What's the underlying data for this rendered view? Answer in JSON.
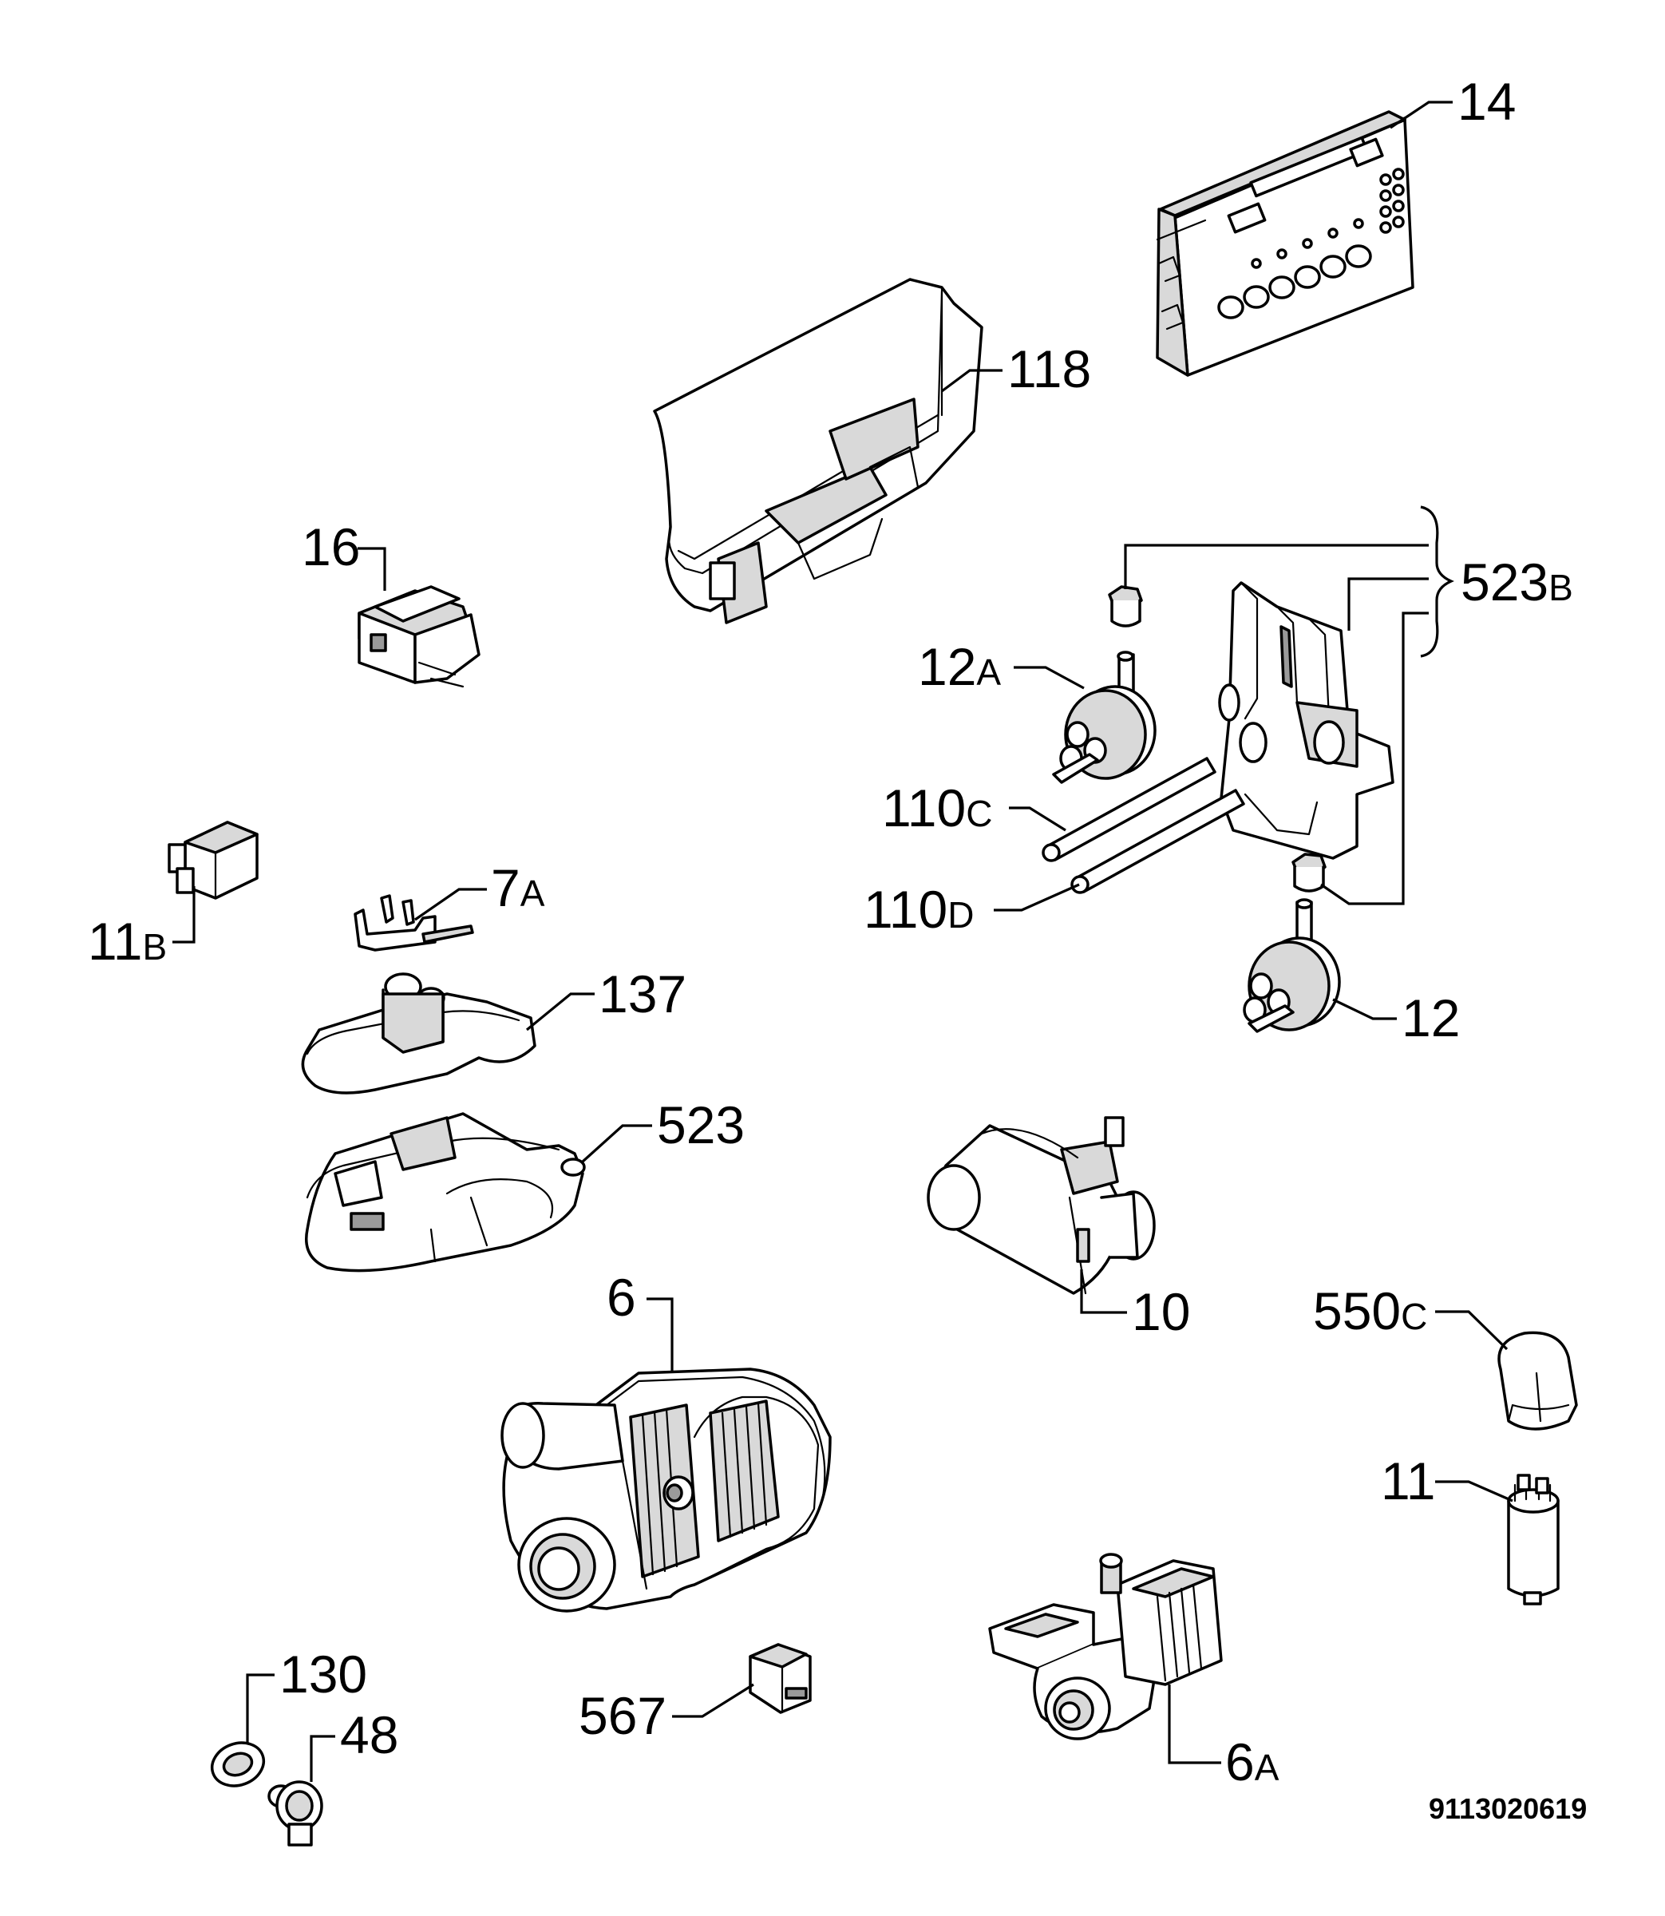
{
  "diagram": {
    "reference_code": "9113020619",
    "labels": {
      "p14": {
        "num": "14",
        "suffix": ""
      },
      "p118": {
        "num": "118",
        "suffix": ""
      },
      "p16": {
        "num": "16",
        "suffix": ""
      },
      "p523B": {
        "num": "523",
        "suffix": "B"
      },
      "p12A": {
        "num": "12",
        "suffix": "A"
      },
      "p110C": {
        "num": "110",
        "suffix": "C"
      },
      "p110D": {
        "num": "110",
        "suffix": "D"
      },
      "p12": {
        "num": "12",
        "suffix": ""
      },
      "p11B": {
        "num": "11",
        "suffix": "B"
      },
      "p7A": {
        "num": "7",
        "suffix": "A"
      },
      "p137": {
        "num": "137",
        "suffix": ""
      },
      "p523": {
        "num": "523",
        "suffix": ""
      },
      "p10": {
        "num": "10",
        "suffix": ""
      },
      "p6": {
        "num": "6",
        "suffix": ""
      },
      "p550C": {
        "num": "550",
        "suffix": "C"
      },
      "p11": {
        "num": "11",
        "suffix": ""
      },
      "p130": {
        "num": "130",
        "suffix": ""
      },
      "p48": {
        "num": "48",
        "suffix": ""
      },
      "p567": {
        "num": "567",
        "suffix": ""
      },
      "p6A": {
        "num": "6",
        "suffix": "A"
      }
    }
  }
}
